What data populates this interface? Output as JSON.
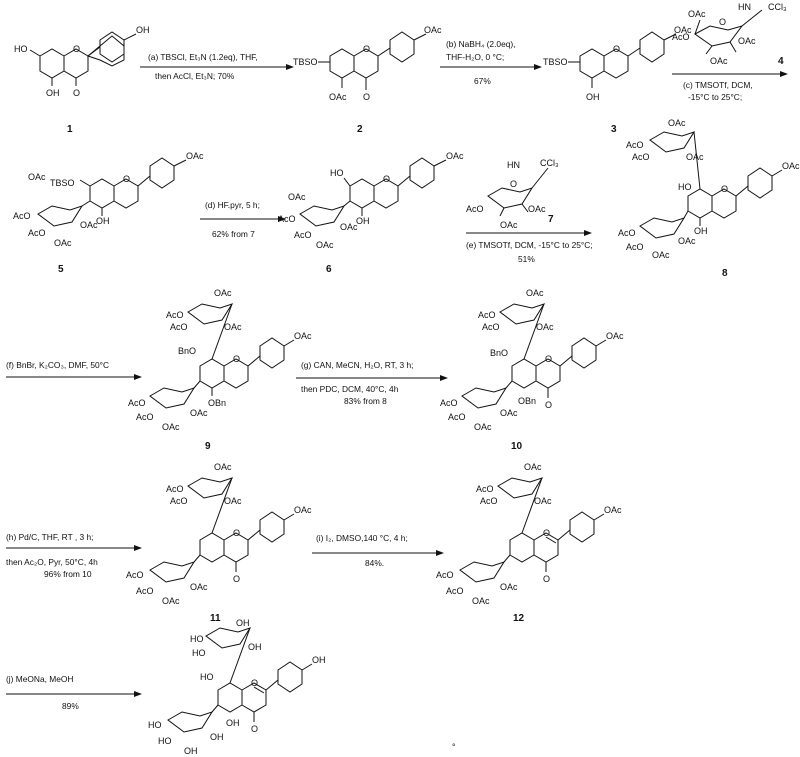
{
  "compound_labels": [
    "1",
    "2",
    "3",
    "4",
    "5",
    "6",
    "7",
    "8",
    "9",
    "10",
    "11",
    "12"
  ],
  "steps": [
    {
      "id": "a",
      "lines": [
        "(a) TBSCl, Et₃N (1.2eq), THF,",
        "then AcCl, Et₃N; 70%"
      ]
    },
    {
      "id": "b",
      "lines": [
        "(b) NaBH₄ (2.0eq),",
        "THF-H₂O, 0 °C;",
        "67%"
      ]
    },
    {
      "id": "c",
      "lines": [
        "(c) TMSOTf, DCM,",
        "-15°C to 25°C;"
      ]
    },
    {
      "id": "d",
      "lines": [
        "(d) HF.pyr, 5 h;",
        "62% from 7"
      ]
    },
    {
      "id": "e",
      "lines": [
        "(e) TMSOTf, DCM, -15°C to 25°C;",
        "51%"
      ]
    },
    {
      "id": "f",
      "lines": [
        "(f) BnBr, K₂CO₃, DMF, 50°C"
      ]
    },
    {
      "id": "g",
      "lines": [
        "(g) CAN, MeCN, H₂O, RT, 3 h;",
        "then PDC, DCM, 40°C, 4h",
        "83% from 8"
      ]
    },
    {
      "id": "h",
      "lines": [
        "(h) Pd/C, THF, RT , 3 h;",
        "then Ac₂O, Pyr, 50°C, 4h",
        "96% from 10"
      ]
    },
    {
      "id": "i",
      "lines": [
        "(i) I₂, DMSO,140 °C, 4 h;",
        "84%."
      ]
    },
    {
      "id": "j",
      "lines": [
        "(j) MeONa, MeOH",
        "89%"
      ]
    }
  ],
  "groups": {
    "oh": "OH",
    "ho": "HO",
    "o": "O",
    "oac": "OAc",
    "aco": "AcO",
    "otbs": "TBSO",
    "tbso": "TBSO",
    "bno": "BnO",
    "obn": "OBn",
    "imine": "HN",
    "ccl3": "CCl₃"
  },
  "period": "°"
}
